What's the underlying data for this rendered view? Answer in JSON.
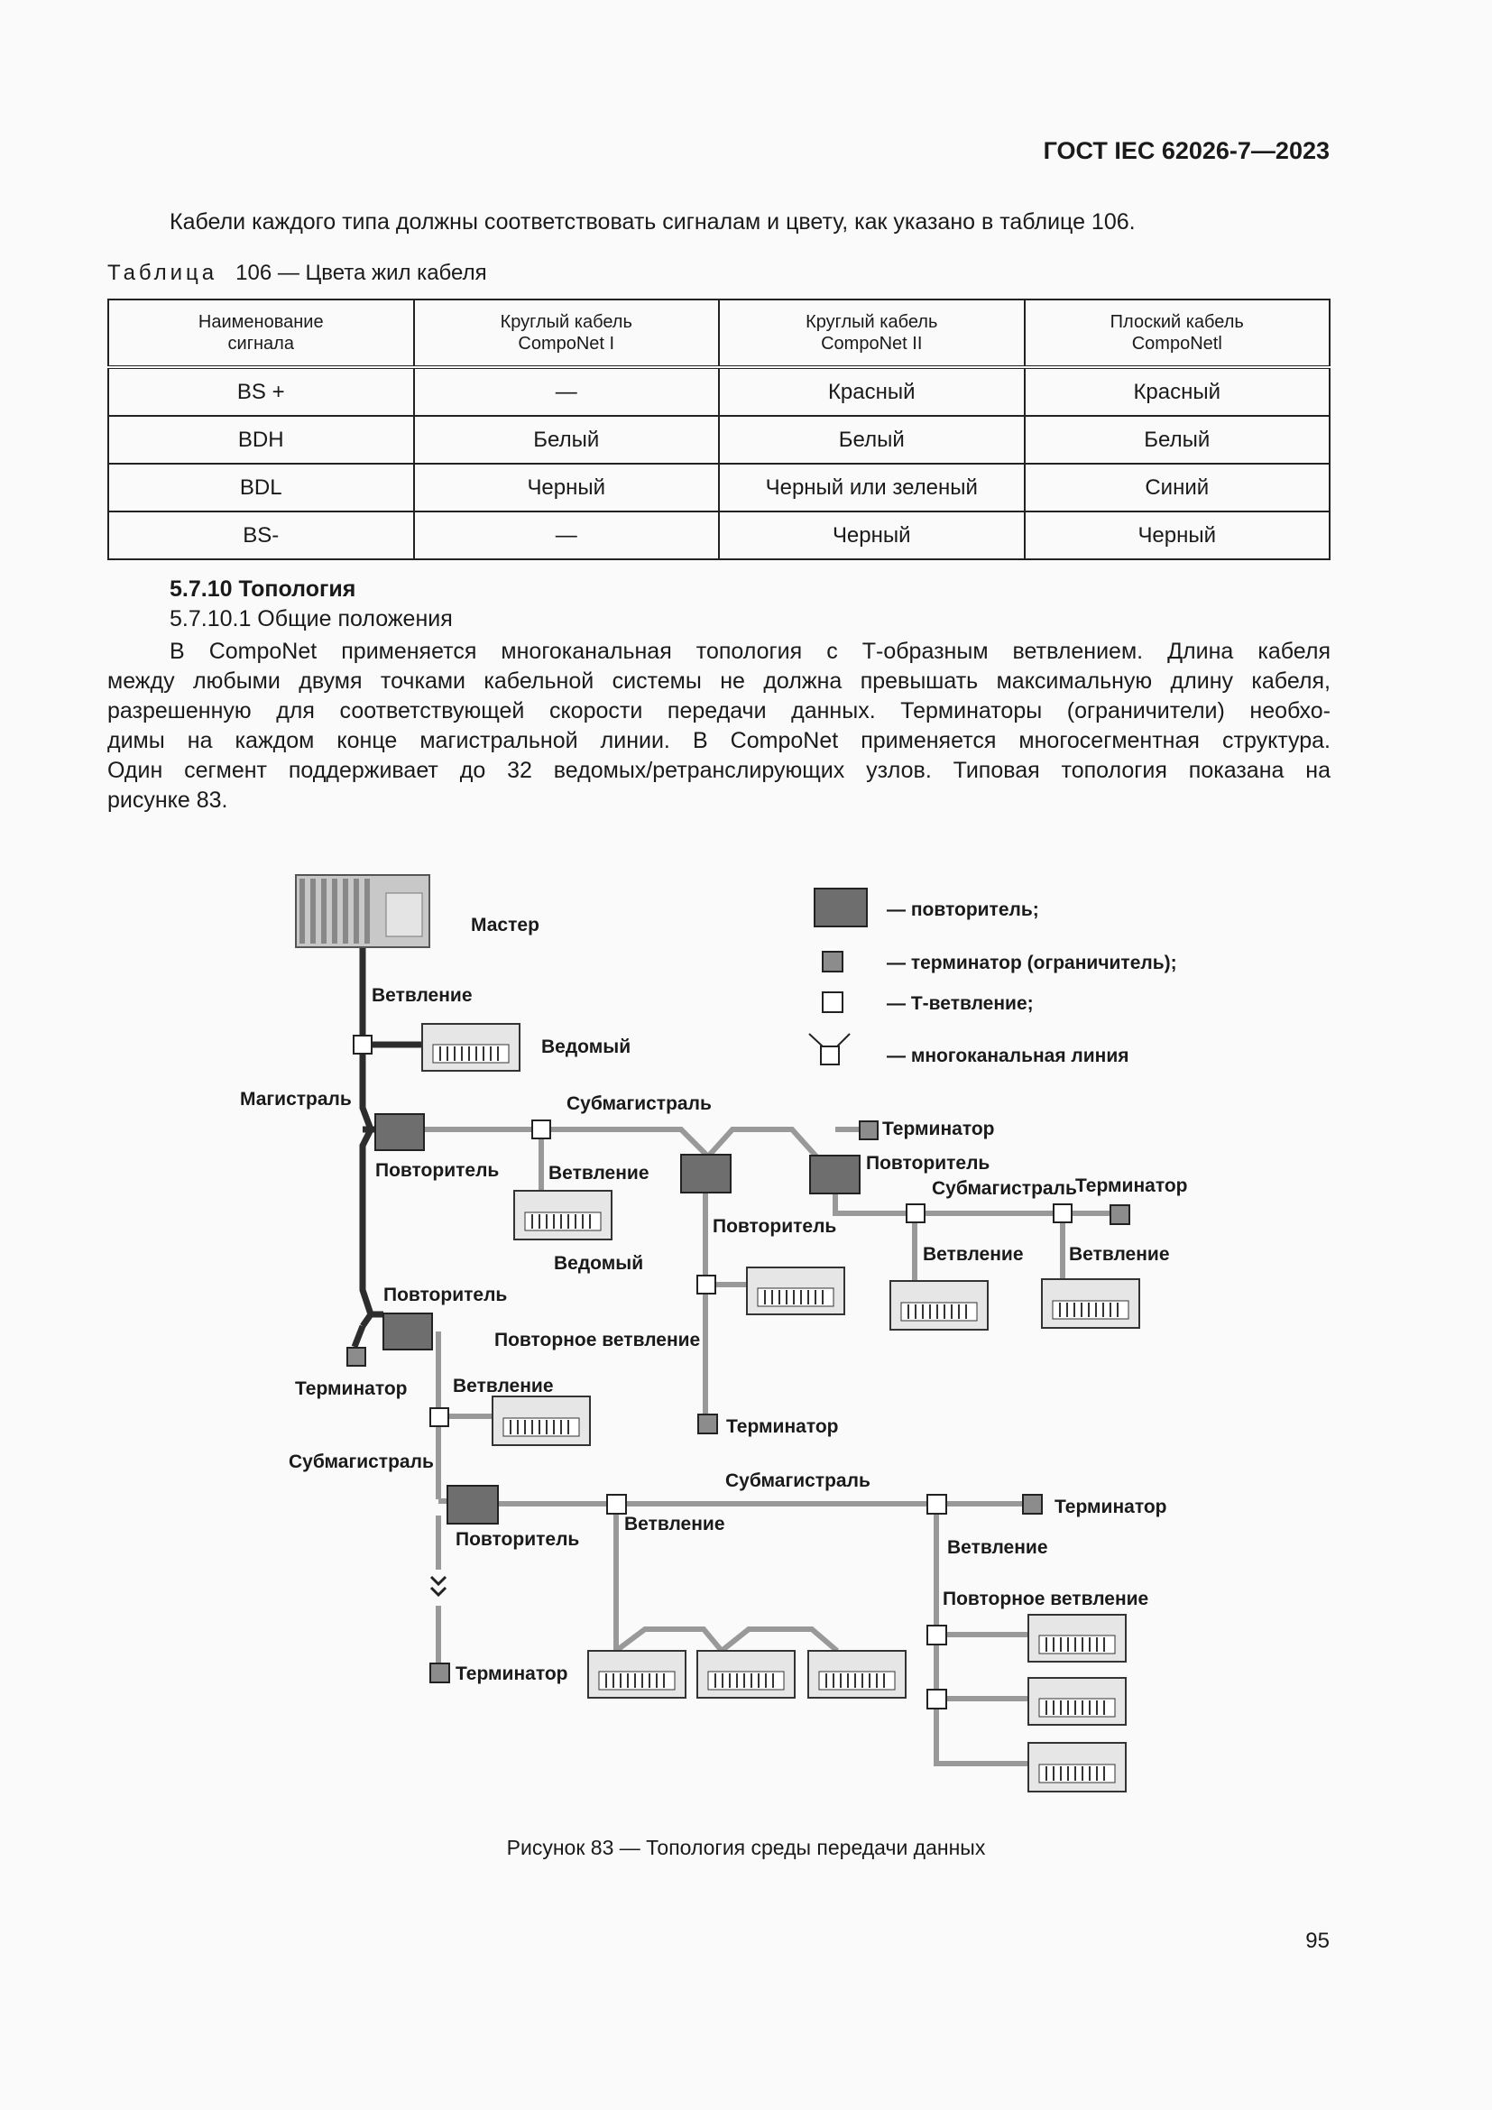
{
  "header": {
    "doc_id": "ГОСТ IEC 62026-7—2023"
  },
  "intro": "Кабели каждого типа должны соответствовать сигналам и цвету, как указано в таблице 106.",
  "table": {
    "caption_word": "Таблица",
    "caption_rest": "106 — Цвета жил кабеля",
    "headers": [
      "Наименование\nсигнала",
      "Круглый кабель\nCompoNet I",
      "Круглый кабель\nCompoNet II",
      "Плоский кабель\nCompoNetl"
    ],
    "rows": [
      [
        "BS +",
        "—",
        "Красный",
        "Красный"
      ],
      [
        "BDH",
        "Белый",
        "Белый",
        "Белый"
      ],
      [
        "BDL",
        "Черный",
        "Черный или зеленый",
        "Синий"
      ],
      [
        "BS-",
        "—",
        "Черный",
        "Черный"
      ]
    ]
  },
  "section": {
    "title": "5.7.10 Топология",
    "subtitle": "5.7.10.1 Общие положения",
    "lines": [
      "В CompoNet применяется многоканальная топология с Т-образным ветвлением. Длина кабеля",
      "между любыми двумя точками кабельной системы не должна превышать максимальную длину кабеля,",
      "разрешенную для соответствующей скорости передачи данных. Терминаторы (ограничители) необхо-",
      "димы на каждом конце магистральной линии. В CompoNet применяется многосегментная структура.",
      "Один сегмент поддерживает до 32 ведомых/ретранслирующих узлов. Типовая топология показана на",
      "рисунке 83."
    ]
  },
  "figure": {
    "legend": {
      "repeater": "— повторитель;",
      "terminator": "— терминатор (ограничитель);",
      "tee": "— Т-ветвление;",
      "multidrop": "— многоканальная линия"
    },
    "labels": {
      "master": "Мастер",
      "branch": "Ветвление",
      "slave": "Ведомый",
      "trunk": "Магистраль",
      "subtrunk": "Субмагистраль",
      "repeater": "Повторитель",
      "terminator": "Терминатор",
      "sub_branch": "Повторное ветвление"
    },
    "caption": "Рисунок 83 — Топология среды передачи данных"
  },
  "page_number": "95",
  "colors": {
    "repeater": "#6e6e6e",
    "terminator": "#8c8c8c",
    "trunk": "#2d2d2d",
    "sub_line": "#999999"
  }
}
